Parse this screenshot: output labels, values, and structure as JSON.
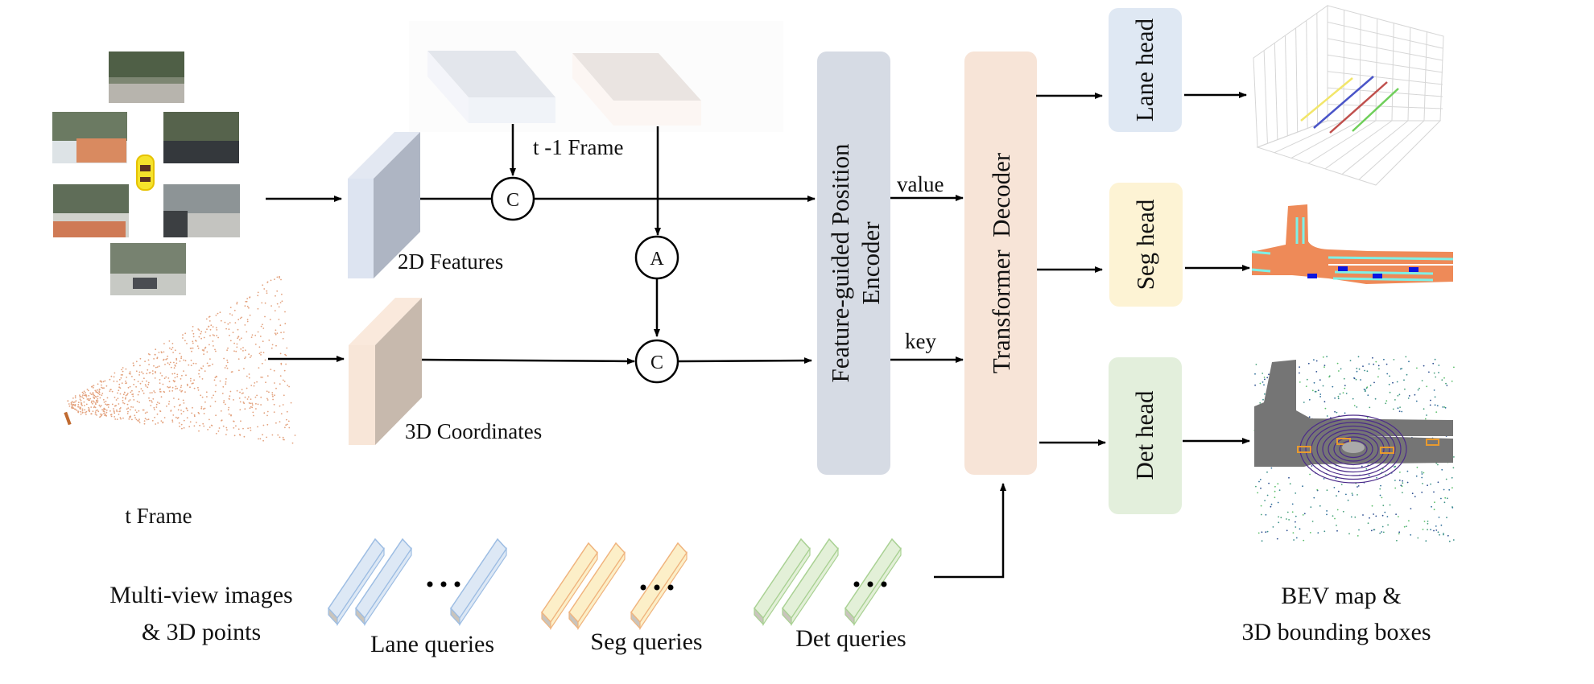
{
  "inputs": {
    "multiview_label_line1": "Multi-view images",
    "multiview_label_line2": "& 3D points",
    "t_frame": "t  Frame",
    "t_minus_1_frame": "t -1 Frame",
    "camera_views": [
      "front",
      "front-left",
      "front-right",
      "back-left",
      "back-right",
      "back"
    ]
  },
  "features": {
    "features_2d": "2D Features",
    "coords_3d": "3D Coordinates"
  },
  "operators": {
    "concat_top": "C",
    "align": "A",
    "concat_bottom": "C"
  },
  "encoder": {
    "line1": "Feature-guided Position",
    "line2": "Encoder"
  },
  "edges": {
    "value": "value",
    "key": "key"
  },
  "decoder": {
    "label": "Transformer  Decoder"
  },
  "heads": [
    {
      "label": "Lane head",
      "color": "#dfe8f3"
    },
    {
      "label": "Seg head",
      "color": "#fdf3d4"
    },
    {
      "label": "Det head",
      "color": "#e3efdc"
    }
  ],
  "queries": [
    {
      "label": "Lane queries",
      "fill": "#dde8f5",
      "stroke": "#9dbde3",
      "ellipsis": "• • •"
    },
    {
      "label": "Seg queries",
      "fill": "#fcefc8",
      "stroke": "#f0b47e",
      "ellipsis": "• • •"
    },
    {
      "label": "Det queries",
      "fill": "#e3f0d8",
      "stroke": "#a9d193",
      "ellipsis": "• • •"
    }
  ],
  "outputs": {
    "label_line1": "BEV map &",
    "label_line2": "3D bounding boxes",
    "lane_colors": [
      "#f2e66a",
      "#4a55c8",
      "#c0504d",
      "#6fcf5a"
    ]
  },
  "colors": {
    "block2d_front": "#dde4f1",
    "block2d_side": "#aeb5c3",
    "block3d_front": "#f8e6d8",
    "block3d_side": "#c7b9ad",
    "encoder": "#d6dbe4",
    "decoder": "#f7e4d7",
    "seg_road": "#ee8a58",
    "seg_lane": "#7ef0e6",
    "seg_car": "#0a14e0"
  }
}
